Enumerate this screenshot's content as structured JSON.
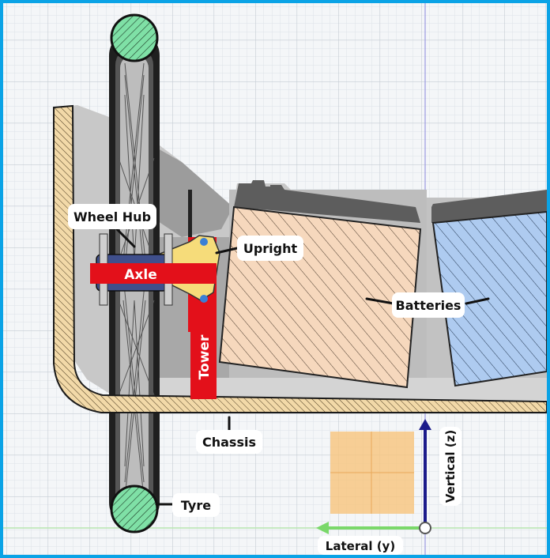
{
  "labels": {
    "wheel_hub": "Wheel Hub",
    "axle": "Axle",
    "upright": "Upright",
    "batteries": "Batteries",
    "tower": "Tower",
    "chassis": "Chassis",
    "tyre": "Tyre",
    "vertical_axis": "Vertical (z)",
    "lateral_axis": "Lateral (y)"
  },
  "colors": {
    "frame_border": "#0aa3e6",
    "grid_background": "#f4f6f8",
    "tyre_fill": "#7fe0a6",
    "battery_left_hatch": "#f6d8bd",
    "battery_right_hatch": "#aecbf0",
    "red_parts": "#e3101a",
    "upright_yellow": "#f6dc7a",
    "chassis_hatch": "#f2d9a8",
    "vertical_axis_arrow": "#1a1a8a",
    "lateral_axis_arrow": "#7ad86a",
    "origin_square": "#f8c47c"
  }
}
